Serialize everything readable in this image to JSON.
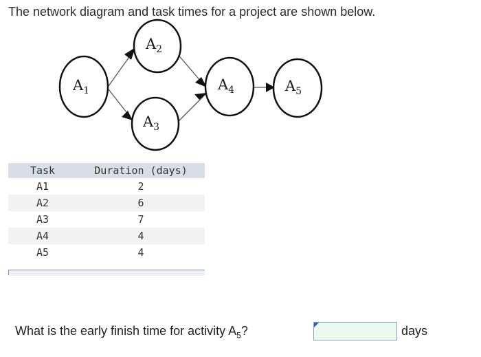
{
  "intro": "The network diagram and task times for a project are shown below.",
  "diagram": {
    "nodes": [
      {
        "letter": "A",
        "sub": "1"
      },
      {
        "letter": "A",
        "sub": "2"
      },
      {
        "letter": "A",
        "sub": "3"
      },
      {
        "letter": "A",
        "sub": "4"
      },
      {
        "letter": "A",
        "sub": "5"
      }
    ]
  },
  "table": {
    "headers": [
      "Task",
      "Duration (days)"
    ],
    "rows": [
      {
        "task": "A1",
        "duration": "2"
      },
      {
        "task": "A2",
        "duration": "6"
      },
      {
        "task": "A3",
        "duration": "7"
      },
      {
        "task": "A4",
        "duration": "4"
      },
      {
        "task": "A5",
        "duration": "4"
      }
    ]
  },
  "question": {
    "text_before": "What is the early finish time for activity A",
    "sub": "5",
    "text_after": "?",
    "answer_value": "",
    "units": "days"
  }
}
